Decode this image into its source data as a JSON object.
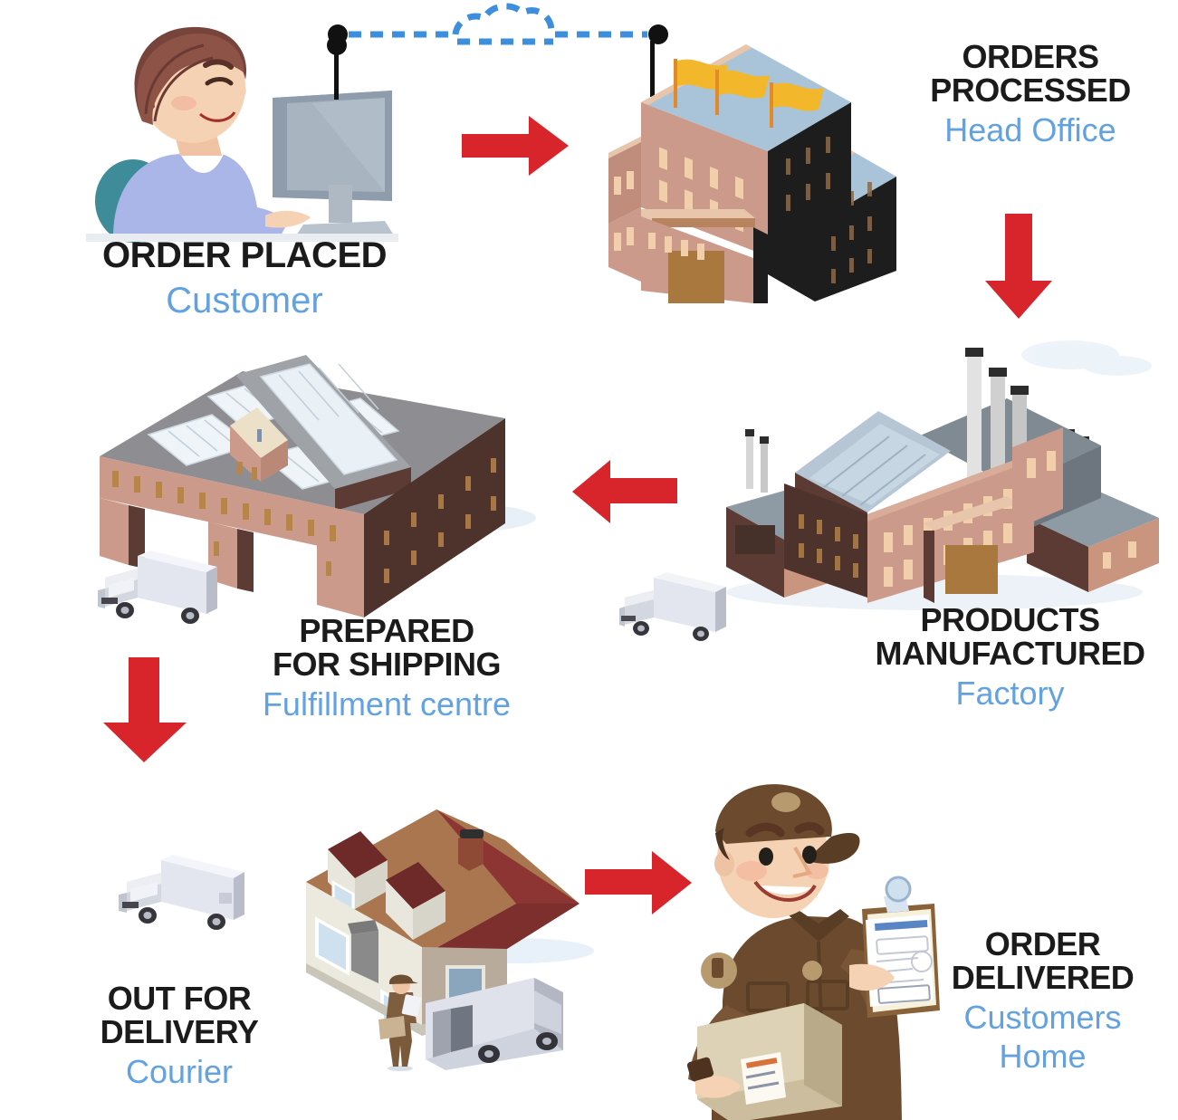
{
  "diagram": {
    "title": "Order fulfilment supply chain flow",
    "background_color": "#ffffff",
    "colors": {
      "title_text": "#1b1b1b",
      "subtitle_text": "#62a2e0",
      "arrow_red": "#d8252b",
      "dashed_link_blue": "#3d8fdd",
      "building_face": "#cb9a8a",
      "building_shadow": "#1d1d1d",
      "roof_blue": "#a9c4d8",
      "flag_yellow": "#f2b72b",
      "truck_body": "#d7d9e2",
      "brick_dark": "#5b3b33"
    }
  },
  "steps": [
    {
      "id": "order-placed",
      "title": "ORDER PLACED",
      "subtitle": "Customer",
      "illustration": "woman-at-computer-icon"
    },
    {
      "id": "orders-processed",
      "title": "ORDERS PROCESSED",
      "title_lines": [
        "ORDERS",
        "PROCESSED"
      ],
      "subtitle": "Head Office",
      "illustration": "head-office-building-icon"
    },
    {
      "id": "products-manufactured",
      "title": "PRODUCTS MANUFACTURED",
      "title_lines": [
        "PRODUCTS",
        "MANUFACTURED"
      ],
      "subtitle": "Factory",
      "illustration": "factory-building-icon"
    },
    {
      "id": "prepared-for-shipping",
      "title": "PREPARED FOR SHIPPING",
      "title_lines": [
        "PREPARED",
        "FOR SHIPPING"
      ],
      "subtitle": "Fulfillment centre",
      "illustration": "warehouse-building-icon"
    },
    {
      "id": "out-for-delivery",
      "title": "OUT FOR DELIVERY",
      "title_lines": [
        "OUT FOR",
        "DELIVERY"
      ],
      "subtitle": "Courier",
      "illustration": "delivery-truck-icon"
    },
    {
      "id": "order-delivered",
      "title": "ORDER DELIVERED",
      "title_lines": [
        "ORDER",
        "DELIVERED"
      ],
      "subtitle_lines": [
        "Customers",
        "Home"
      ],
      "subtitle": "Customers Home",
      "illustration": "courier-with-parcel-icon"
    }
  ],
  "connectors": [
    {
      "id": "customer-to-head-office-link",
      "type": "dashed-wireless-link",
      "icon": "cloud-icon"
    },
    {
      "id": "arrow-order-to-office",
      "type": "arrow",
      "direction": "right"
    },
    {
      "id": "arrow-office-to-factory",
      "type": "arrow",
      "direction": "down"
    },
    {
      "id": "arrow-factory-to-warehouse",
      "type": "arrow",
      "direction": "left"
    },
    {
      "id": "arrow-warehouse-to-courier",
      "type": "arrow",
      "direction": "down"
    },
    {
      "id": "arrow-courier-to-customer",
      "type": "arrow",
      "direction": "right"
    }
  ]
}
